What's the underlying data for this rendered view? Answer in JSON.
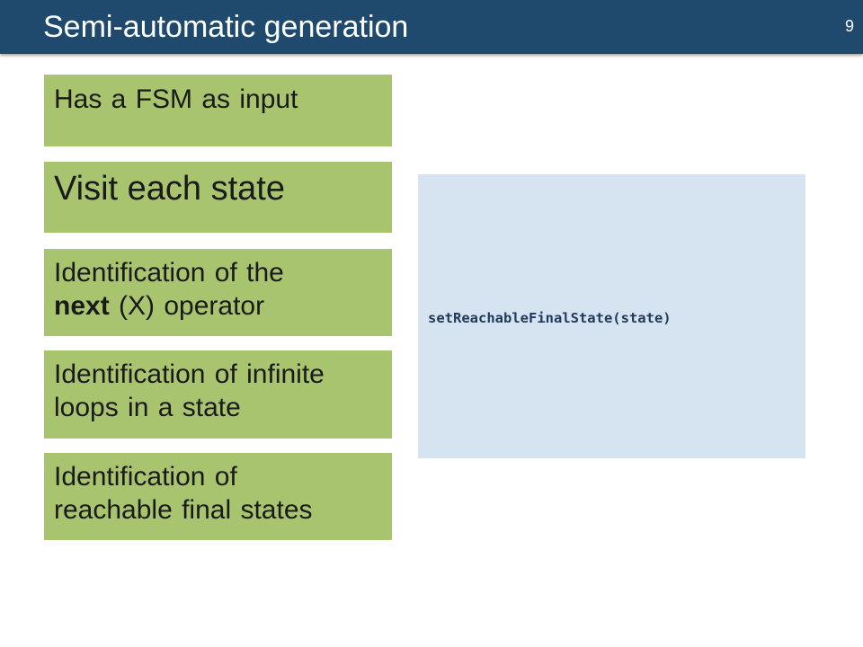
{
  "header": {
    "title": "Semi-automatic generation",
    "slide_number": "9"
  },
  "steps": [
    {
      "text": "Has a FSM as input"
    },
    {
      "text": "Visit each state"
    },
    {
      "line1": "Identification of the",
      "bold": "next",
      "rest": " (X) operator"
    },
    {
      "line1": "Identification of infinite",
      "line2": "loops in a state"
    },
    {
      "line1": "Identification of",
      "line2": "reachable final states"
    }
  ],
  "code_panel": {
    "code": "setReachableFinalState(state)"
  },
  "colors": {
    "header_bg": "#1f4a6e",
    "step_bg": "#a9c46e",
    "code_panel_bg": "#d6e3f0"
  }
}
